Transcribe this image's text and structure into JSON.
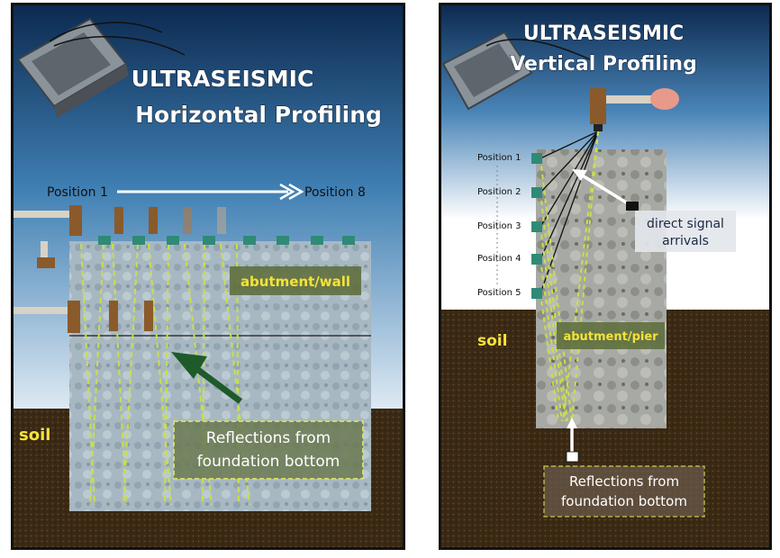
{
  "left": {
    "title_line1": "ULTRASEISMIC",
    "title_line2": "Horizontal Profiling",
    "position_start": "Position 1",
    "position_end": "Position 8",
    "structure_label": "abutment/wall",
    "soil_label": "soil",
    "callout_line1": "Reflections from",
    "callout_line2": "foundation bottom"
  },
  "right": {
    "title_line1": "ULTRASEISMIC",
    "title_line2": "Vertical Profiling",
    "positions": [
      "Position 1",
      "Position 2",
      "Position 3",
      "Position 4",
      "Position 5"
    ],
    "direct_line1": "direct signal",
    "direct_line2": "arrivals",
    "structure_label": "abutment/pier",
    "soil_label": "soil",
    "callout_line1": "Reflections from",
    "callout_line2": "foundation bottom"
  },
  "colors": {
    "sky_top": "#0e2f57",
    "sky_bottom": "#d8e6f2",
    "soil": "#3b2a17",
    "concrete": "#9fb0b8",
    "ray": "#c8e04a",
    "label_yellow": "#f4e23a",
    "callout_bg": "#6b7a52"
  }
}
